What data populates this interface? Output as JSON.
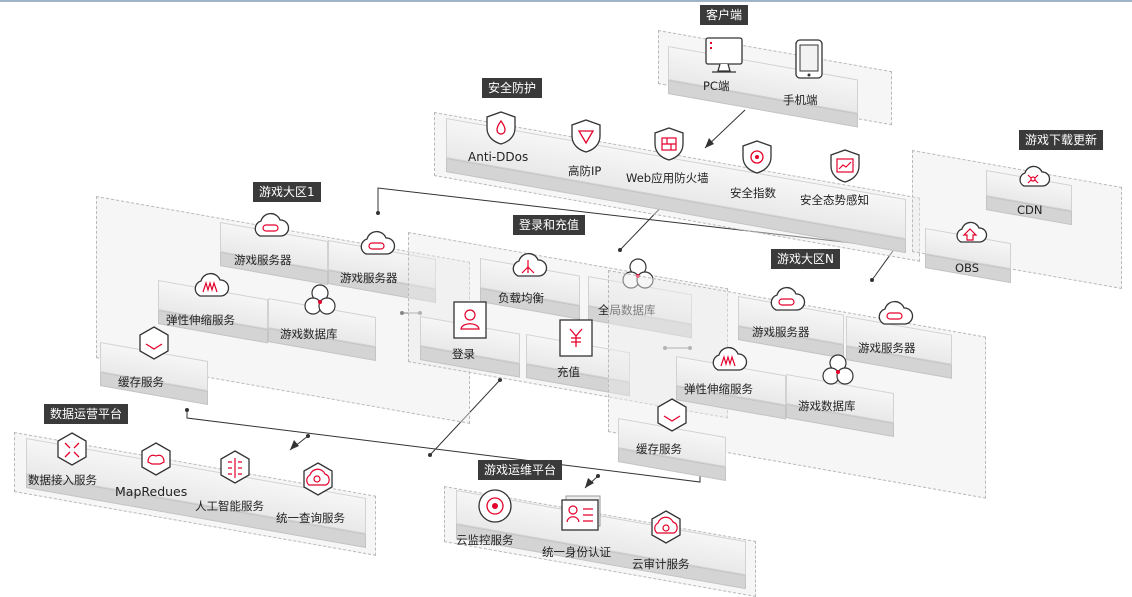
{
  "colors": {
    "accent": "#e4002b",
    "tag_bg": "#3a3a3a"
  },
  "groups": {
    "client": {
      "title": "客户端",
      "items": [
        {
          "label": "PC端",
          "icon": "pc-icon"
        },
        {
          "label": "手机端",
          "icon": "phone-icon"
        }
      ]
    },
    "security": {
      "title": "安全防护",
      "items": [
        {
          "label": "Anti-DDos",
          "icon": "anti-ddos-icon"
        },
        {
          "label": "高防IP",
          "icon": "high-defense-ip-icon"
        },
        {
          "label": "Web应用防火墙",
          "icon": "waf-icon"
        },
        {
          "label": "安全指数",
          "icon": "security-index-icon"
        },
        {
          "label": "安全态势感知",
          "icon": "situation-awareness-icon"
        }
      ]
    },
    "download": {
      "title": "游戏下载更新",
      "items": [
        {
          "label": "CDN",
          "icon": "cdn-icon"
        },
        {
          "label": "OBS",
          "icon": "obs-icon"
        }
      ]
    },
    "zone1": {
      "title": "游戏大区1",
      "items": [
        {
          "label": "游戏服务器",
          "icon": "game-server-icon"
        },
        {
          "label": "游戏服务器",
          "icon": "game-server-icon"
        },
        {
          "label": "弹性伸缩服务",
          "icon": "auto-scaling-icon"
        },
        {
          "label": "游戏数据库",
          "icon": "game-database-icon"
        },
        {
          "label": "缓存服务",
          "icon": "cache-service-icon"
        }
      ]
    },
    "login": {
      "title": "登录和充值",
      "items": [
        {
          "label": "负载均衡",
          "icon": "load-balancer-icon"
        },
        {
          "label": "全局数据库",
          "icon": "global-database-icon"
        },
        {
          "label": "登录",
          "icon": "login-icon"
        },
        {
          "label": "充值",
          "icon": "recharge-icon"
        }
      ]
    },
    "zoneN": {
      "title": "游戏大区N",
      "items": [
        {
          "label": "游戏服务器",
          "icon": "game-server-icon"
        },
        {
          "label": "游戏服务器",
          "icon": "game-server-icon"
        },
        {
          "label": "弹性伸缩服务",
          "icon": "auto-scaling-icon"
        },
        {
          "label": "游戏数据库",
          "icon": "game-database-icon"
        },
        {
          "label": "缓存服务",
          "icon": "cache-service-icon"
        }
      ]
    },
    "dataops": {
      "title": "数据运营平台",
      "items": [
        {
          "label": "数据接入服务",
          "icon": "data-ingestion-icon"
        },
        {
          "label": "MapRedues",
          "icon": "mapreduce-icon"
        },
        {
          "label": "人工智能服务",
          "icon": "ai-service-icon"
        },
        {
          "label": "统一查询服务",
          "icon": "unified-query-icon"
        }
      ]
    },
    "ops": {
      "title": "游戏运维平台",
      "items": [
        {
          "label": "云监控服务",
          "icon": "cloud-monitor-icon"
        },
        {
          "label": "统一身份认证",
          "icon": "identity-auth-icon"
        },
        {
          "label": "云审计服务",
          "icon": "cloud-audit-icon"
        }
      ]
    }
  }
}
